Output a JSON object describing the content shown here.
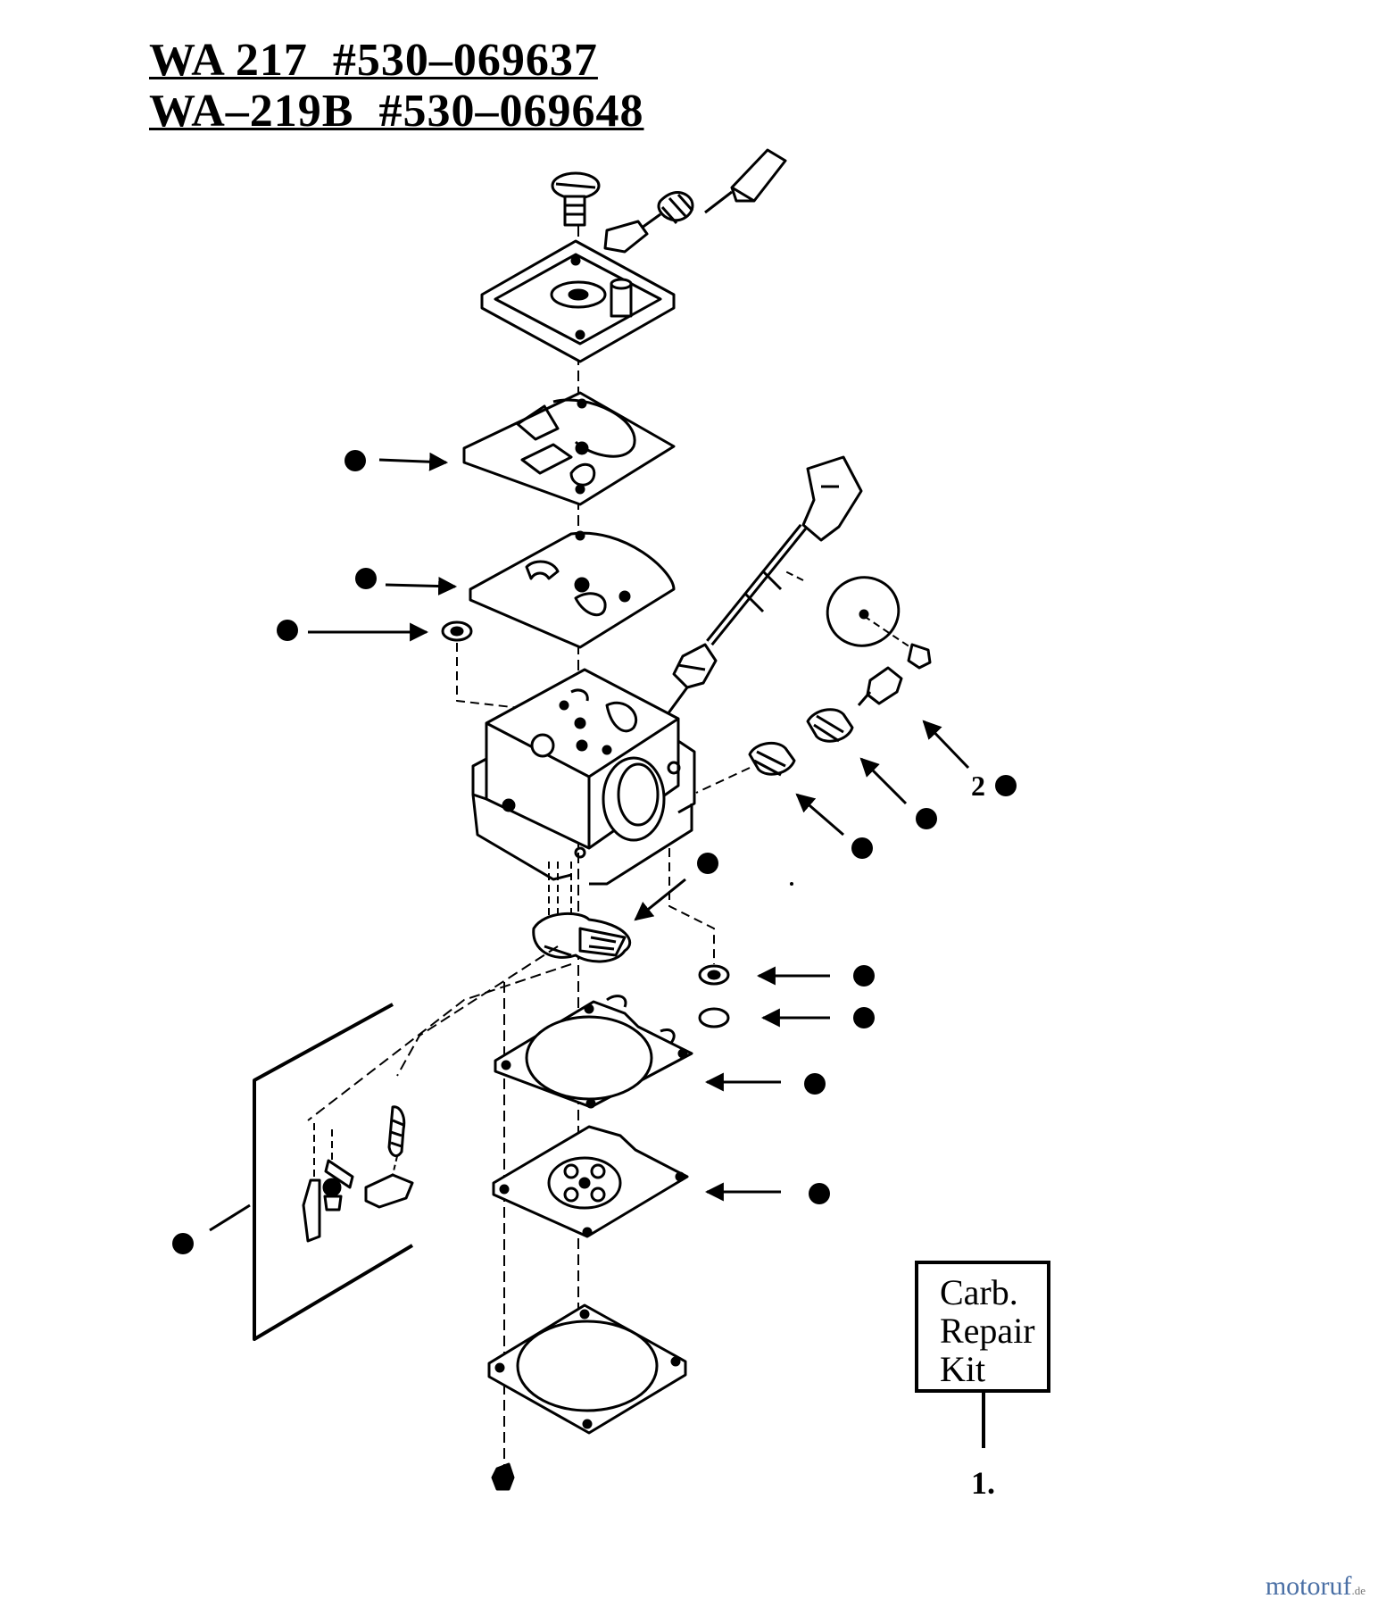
{
  "title": {
    "line1": "WA 217  #530–069637",
    "line2": "WA–219B  #530–069648"
  },
  "kit": {
    "line1": "Carb.",
    "line2": "Repair",
    "line3": "Kit",
    "callout_number": "1."
  },
  "callout_label_2": "2",
  "watermark": {
    "brand": "motoruf",
    "tld": ".de"
  }
}
